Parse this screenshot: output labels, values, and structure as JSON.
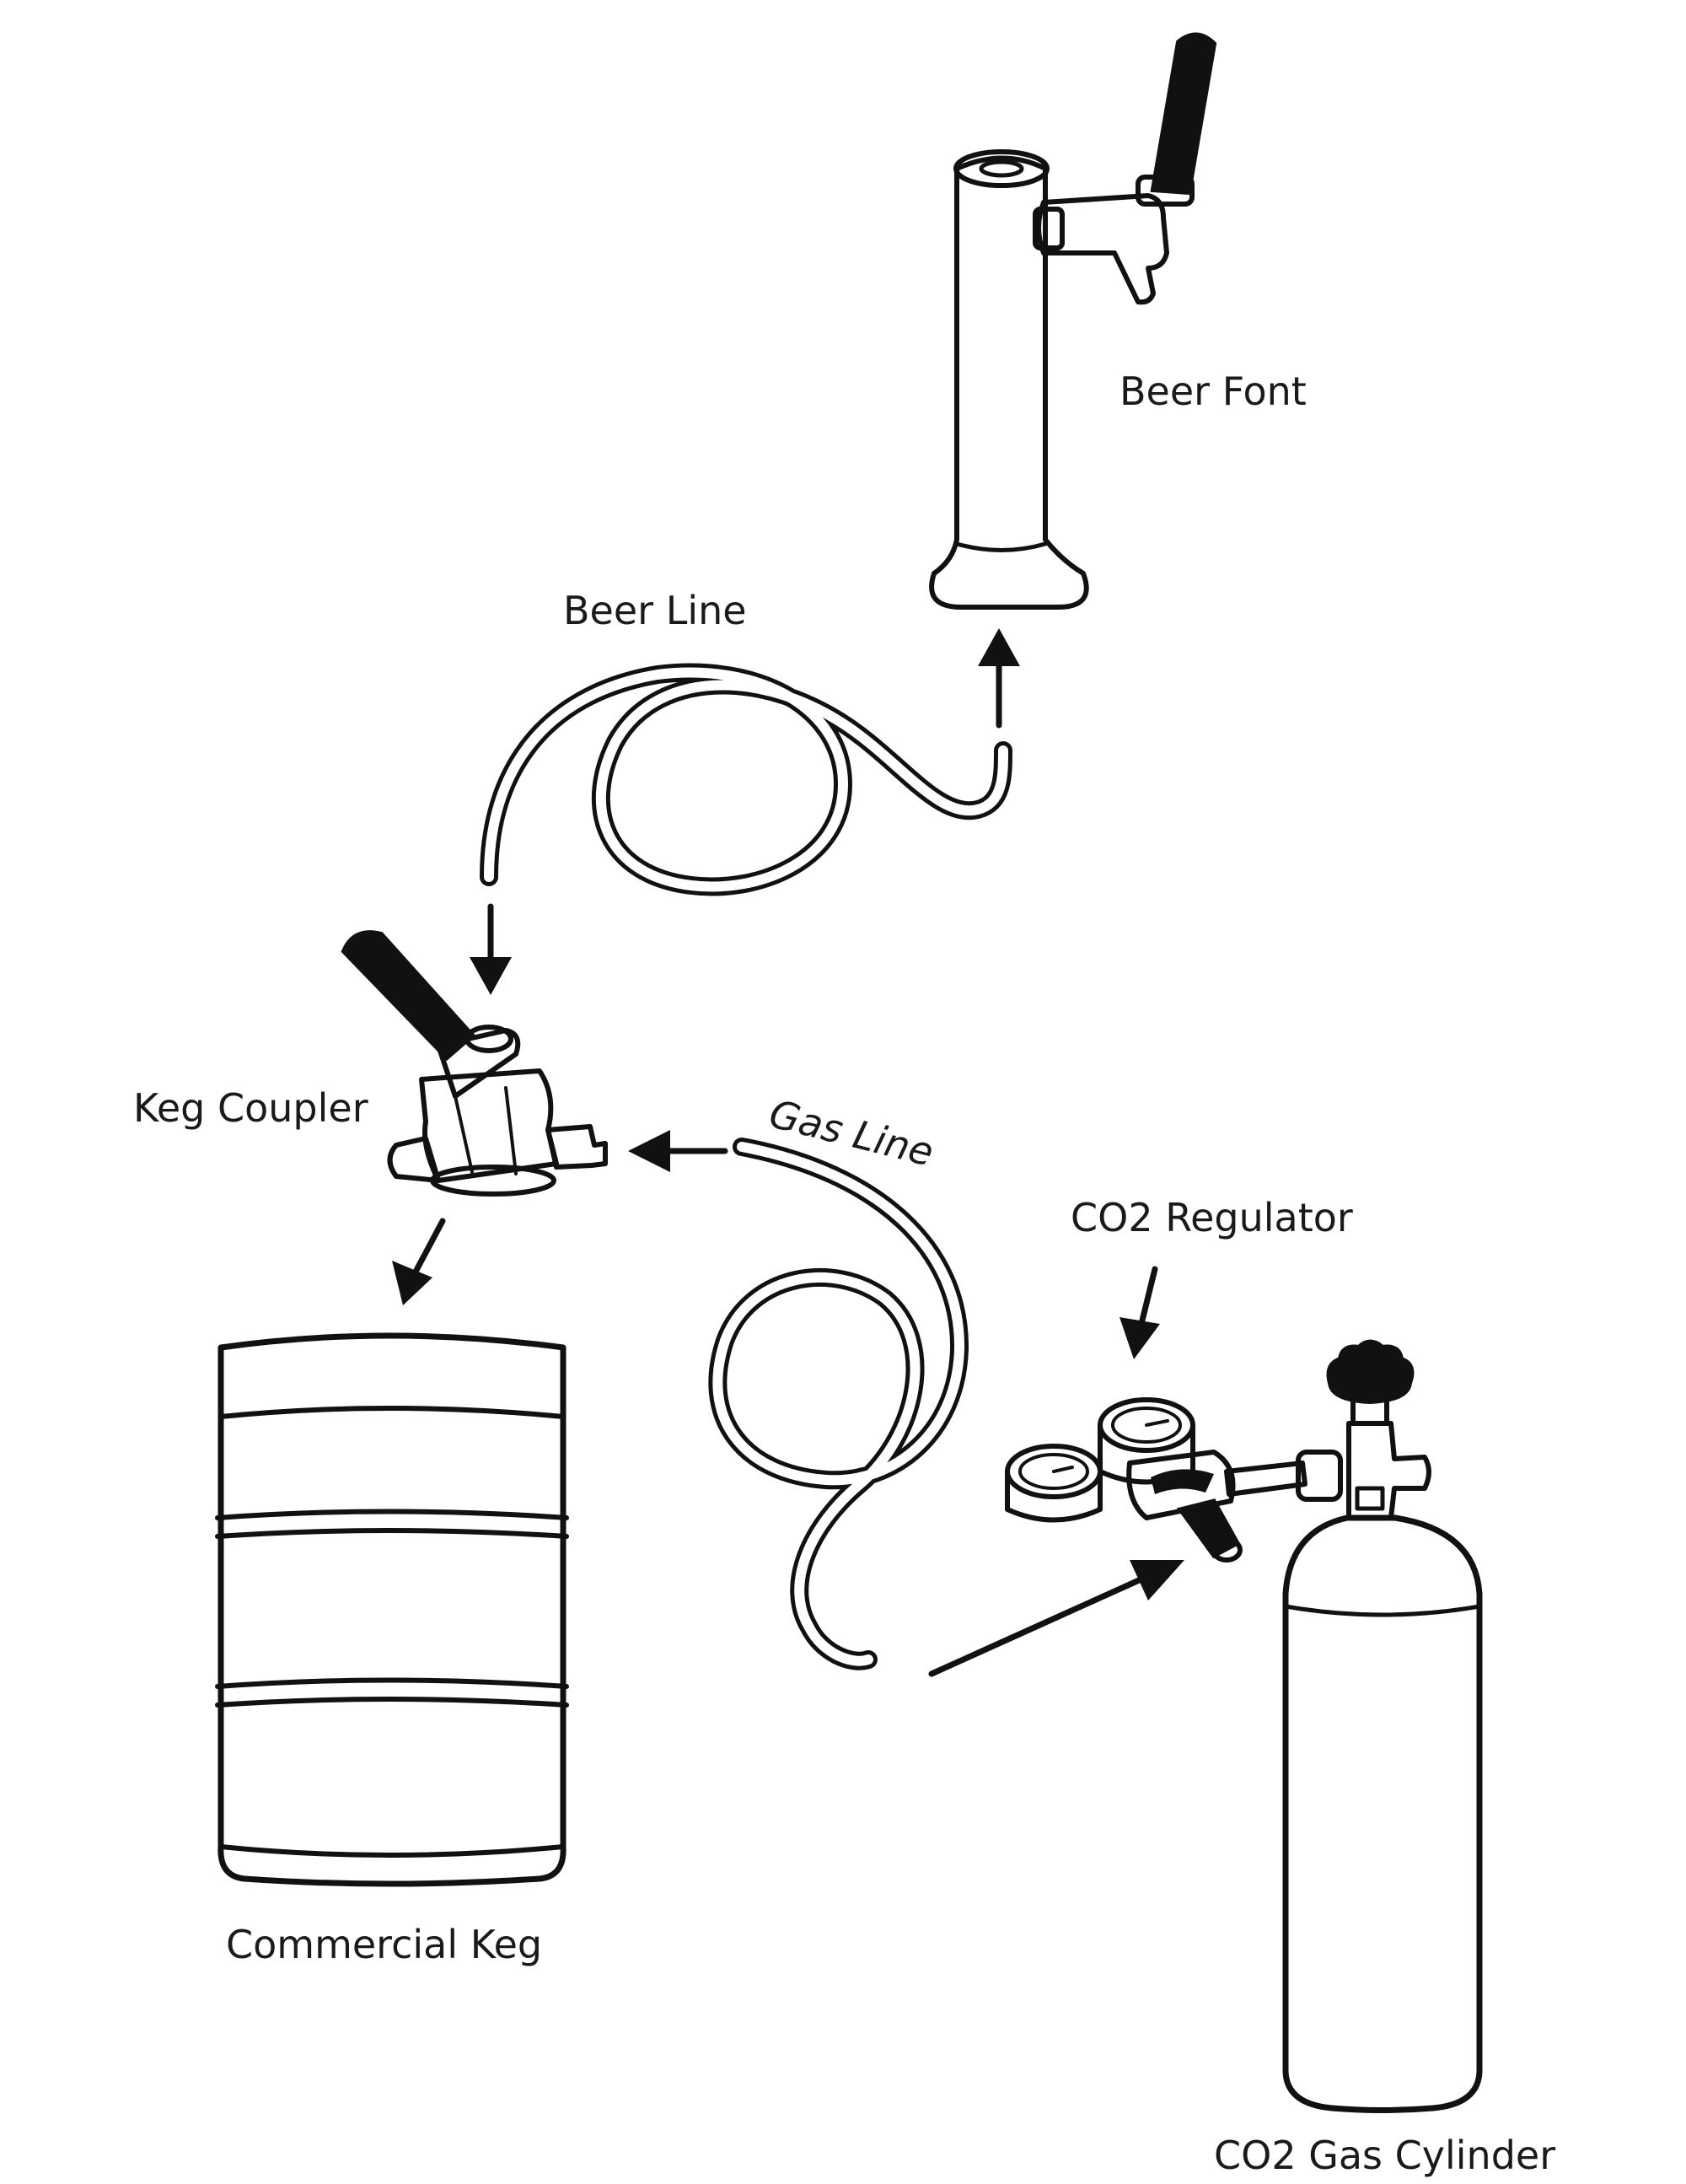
{
  "labels": {
    "beer_font": "Beer Font",
    "beer_line": "Beer Line",
    "keg_coupler": "Keg Coupler",
    "gas_line": "Gas Line",
    "co2_regulator": "CO2 Regulator",
    "commercial_keg": "Commercial Keg",
    "co2_gas_cylinder": "CO2 Gas Cylinder"
  },
  "colors": {
    "line": "#111111",
    "background": "#ffffff",
    "handle": "#111111"
  }
}
